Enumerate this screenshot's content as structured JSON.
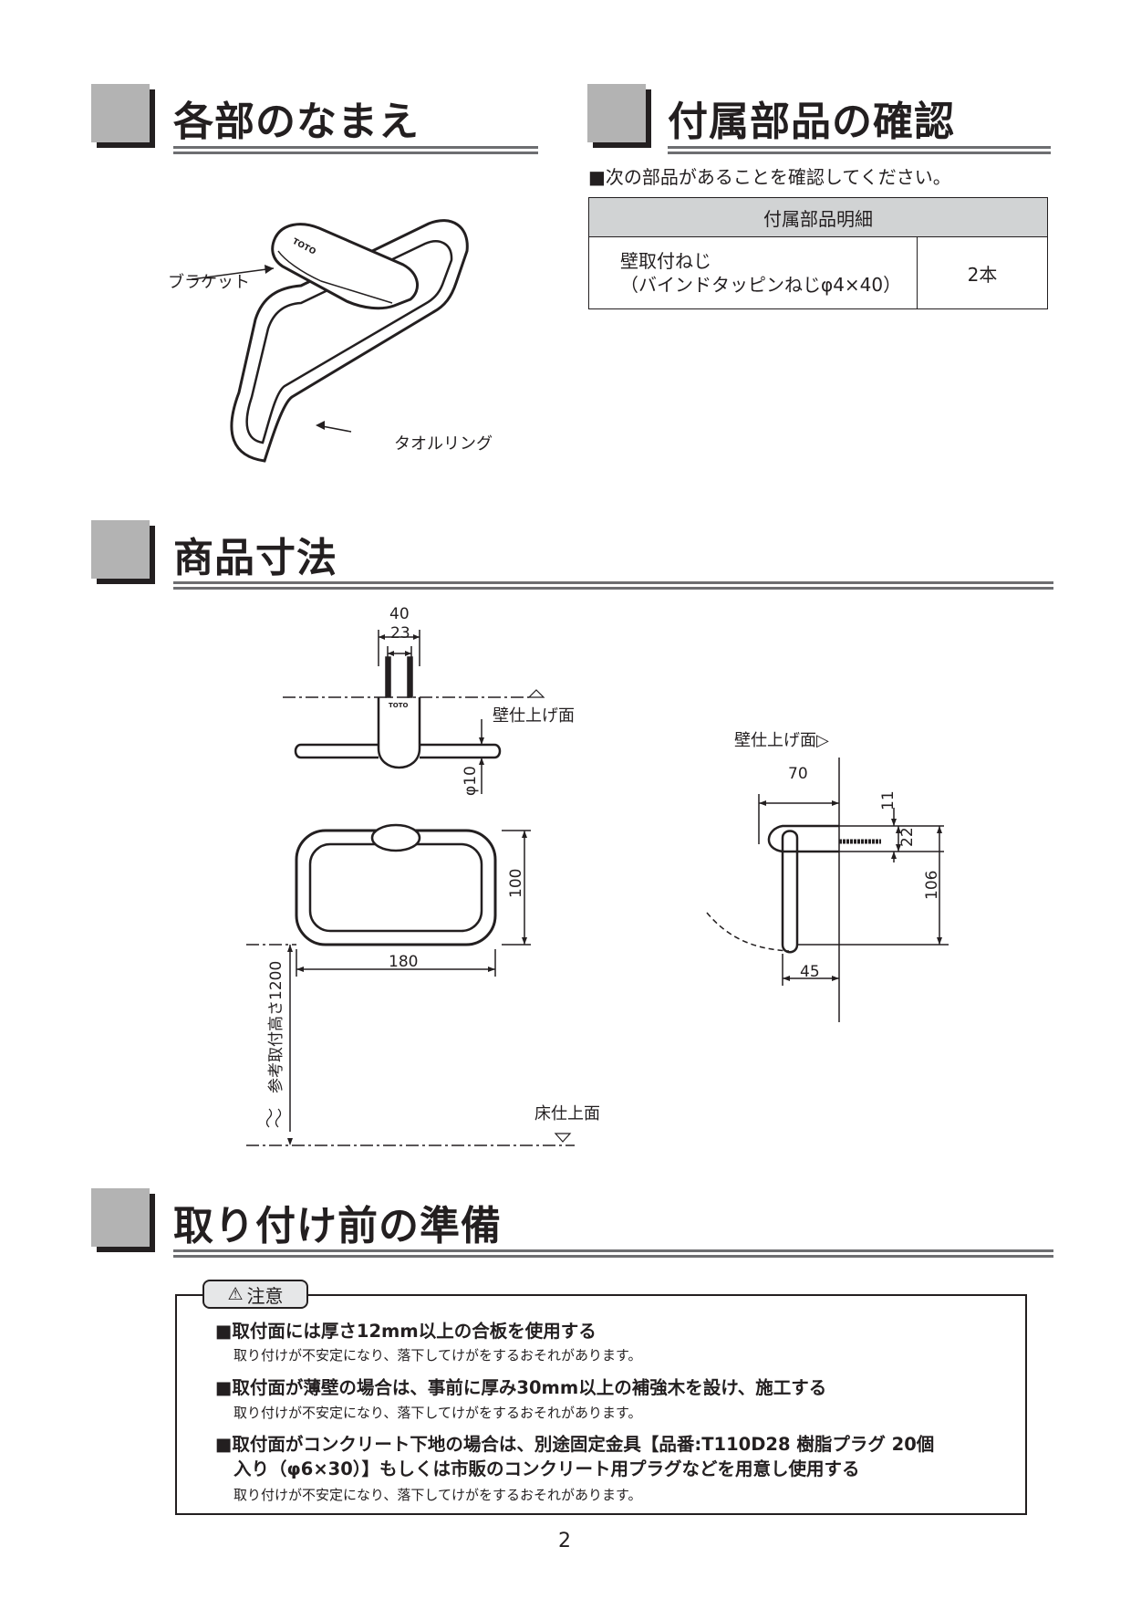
{
  "sections": {
    "names": {
      "title": "各部のなまえ"
    },
    "parts": {
      "title": "付属部品の確認",
      "note": "■次の部品があることを確認してください。"
    },
    "dimensions": {
      "title": "商品寸法"
    },
    "preparation": {
      "title": "取り付け前の準備"
    }
  },
  "parts_table": {
    "header": "付属部品明細",
    "rows": [
      {
        "name_line1": "壁取付ねじ",
        "name_line2": "（バインドタッピンねじφ4×40）",
        "qty": "2本"
      }
    ]
  },
  "part_labels": {
    "bracket": "ブラケット",
    "towel_ring": "タオルリング",
    "brand": "TOTO"
  },
  "dimension_labels": {
    "d40": "40",
    "d23": "23",
    "wall_finish": "壁仕上げ面",
    "phi10": "φ10",
    "d100": "100",
    "d180": "180",
    "ref_height": "参考取付高さ1200",
    "floor_finish": "床仕上面",
    "wall_finish_side": "壁仕上げ面▷",
    "d70": "70",
    "d11": "11",
    "d22": "22",
    "d106": "106",
    "d45": "45"
  },
  "caution": {
    "tag": "注意",
    "items": [
      {
        "head": "■取付面には厚さ12mm以上の合板を使用する",
        "sub": "取り付けが不安定になり、落下してけがをするおそれがあります。"
      },
      {
        "head": "■取付面が薄壁の場合は、事前に厚み30mm以上の補強木を設け、施工する",
        "sub": "取り付けが不安定になり、落下してけがをするおそれがあります。"
      },
      {
        "head": "■取付面がコンクリート下地の場合は、別途固定金具【品番:T110D28 樹脂プラグ 20個",
        "head2": "入り（φ6×30）】もしくは市販のコンクリート用プラグなどを用意し使用する",
        "sub": "取り付けが不安定になり、落下してけがをするおそれがあります。"
      }
    ]
  },
  "page_number": "2"
}
